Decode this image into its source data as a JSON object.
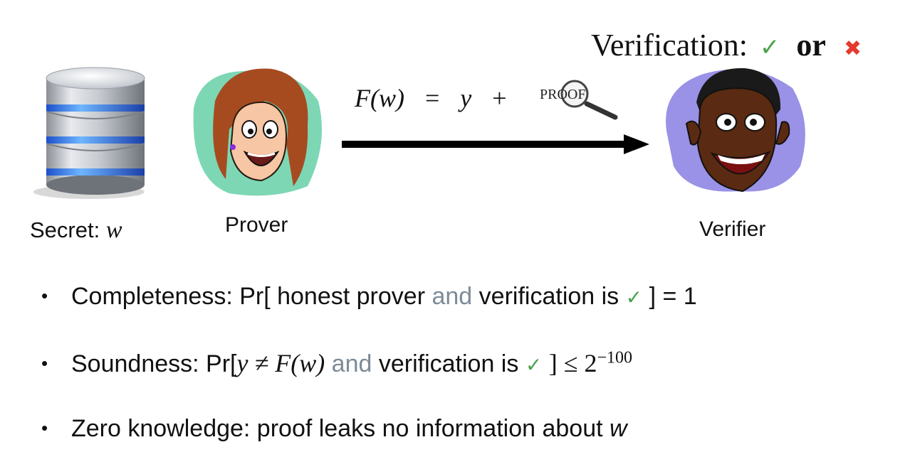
{
  "header": {
    "prefix": "Verification:",
    "check": "✓",
    "or": "or",
    "cross": "✖"
  },
  "equation": {
    "lhs": "F(w)",
    "eq": "=",
    "y": "y",
    "plus": "+",
    "proof_label": "PROOF"
  },
  "labels": {
    "secret": "Secret:",
    "secret_var": "w",
    "prover": "Prover",
    "verifier": "Verifier"
  },
  "bullets": {
    "completeness": {
      "dot": "•",
      "lead": "Completeness: Pr[ honest prover",
      "and": "and",
      "mid": "verification is",
      "tick": "✓",
      "tail": "] = 1"
    },
    "soundness": {
      "dot": "•",
      "lead": "Soundness: Pr[",
      "math": "y ≠ F(w)",
      "and": "and",
      "mid": "verification is",
      "tick": "✓",
      "tail": "] ≤ 2",
      "exp": "−100"
    },
    "zk": {
      "dot": "•",
      "text": "Zero knowledge: proof leaks no information about",
      "var": "w"
    }
  },
  "colors": {
    "check": "#4aa34a",
    "cross": "#e23b2e",
    "grey_and": "#7d8b98",
    "arrow": "#000000"
  },
  "icons": [
    "database-icon",
    "prover-woman-illustration",
    "verifier-man-illustration",
    "magnifying-glass-proof-icon",
    "arrow-right-icon"
  ]
}
